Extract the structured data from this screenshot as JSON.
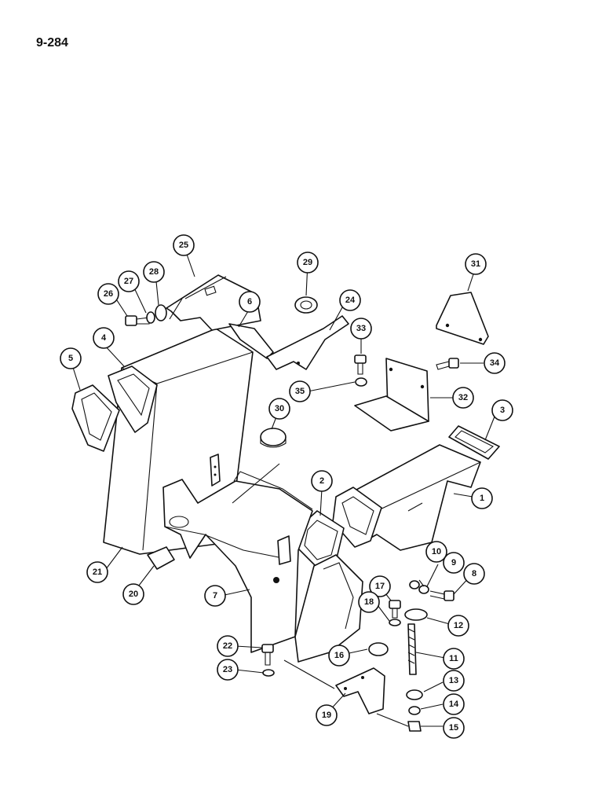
{
  "page": {
    "page_number": "9-284"
  },
  "callouts": [
    {
      "id": "1",
      "label": "1"
    },
    {
      "id": "2",
      "label": "2"
    },
    {
      "id": "3",
      "label": "3"
    },
    {
      "id": "4",
      "label": "4"
    },
    {
      "id": "5",
      "label": "5"
    },
    {
      "id": "6",
      "label": "6"
    },
    {
      "id": "7",
      "label": "7"
    },
    {
      "id": "8",
      "label": "8"
    },
    {
      "id": "9",
      "label": "9"
    },
    {
      "id": "10",
      "label": "10"
    },
    {
      "id": "11",
      "label": "11"
    },
    {
      "id": "12",
      "label": "12"
    },
    {
      "id": "13",
      "label": "13"
    },
    {
      "id": "14",
      "label": "14"
    },
    {
      "id": "15",
      "label": "15"
    },
    {
      "id": "16",
      "label": "16"
    },
    {
      "id": "17",
      "label": "17"
    },
    {
      "id": "18",
      "label": "18"
    },
    {
      "id": "19",
      "label": "19"
    },
    {
      "id": "20",
      "label": "20"
    },
    {
      "id": "21",
      "label": "21"
    },
    {
      "id": "22",
      "label": "22"
    },
    {
      "id": "23",
      "label": "23"
    },
    {
      "id": "24",
      "label": "24"
    },
    {
      "id": "25",
      "label": "25"
    },
    {
      "id": "26",
      "label": "26"
    },
    {
      "id": "27",
      "label": "27"
    },
    {
      "id": "28",
      "label": "28"
    },
    {
      "id": "29",
      "label": "29"
    },
    {
      "id": "30",
      "label": "30"
    },
    {
      "id": "31",
      "label": "31"
    },
    {
      "id": "32",
      "label": "32"
    },
    {
      "id": "33",
      "label": "33"
    },
    {
      "id": "34",
      "label": "34"
    },
    {
      "id": "35",
      "label": "35"
    }
  ]
}
